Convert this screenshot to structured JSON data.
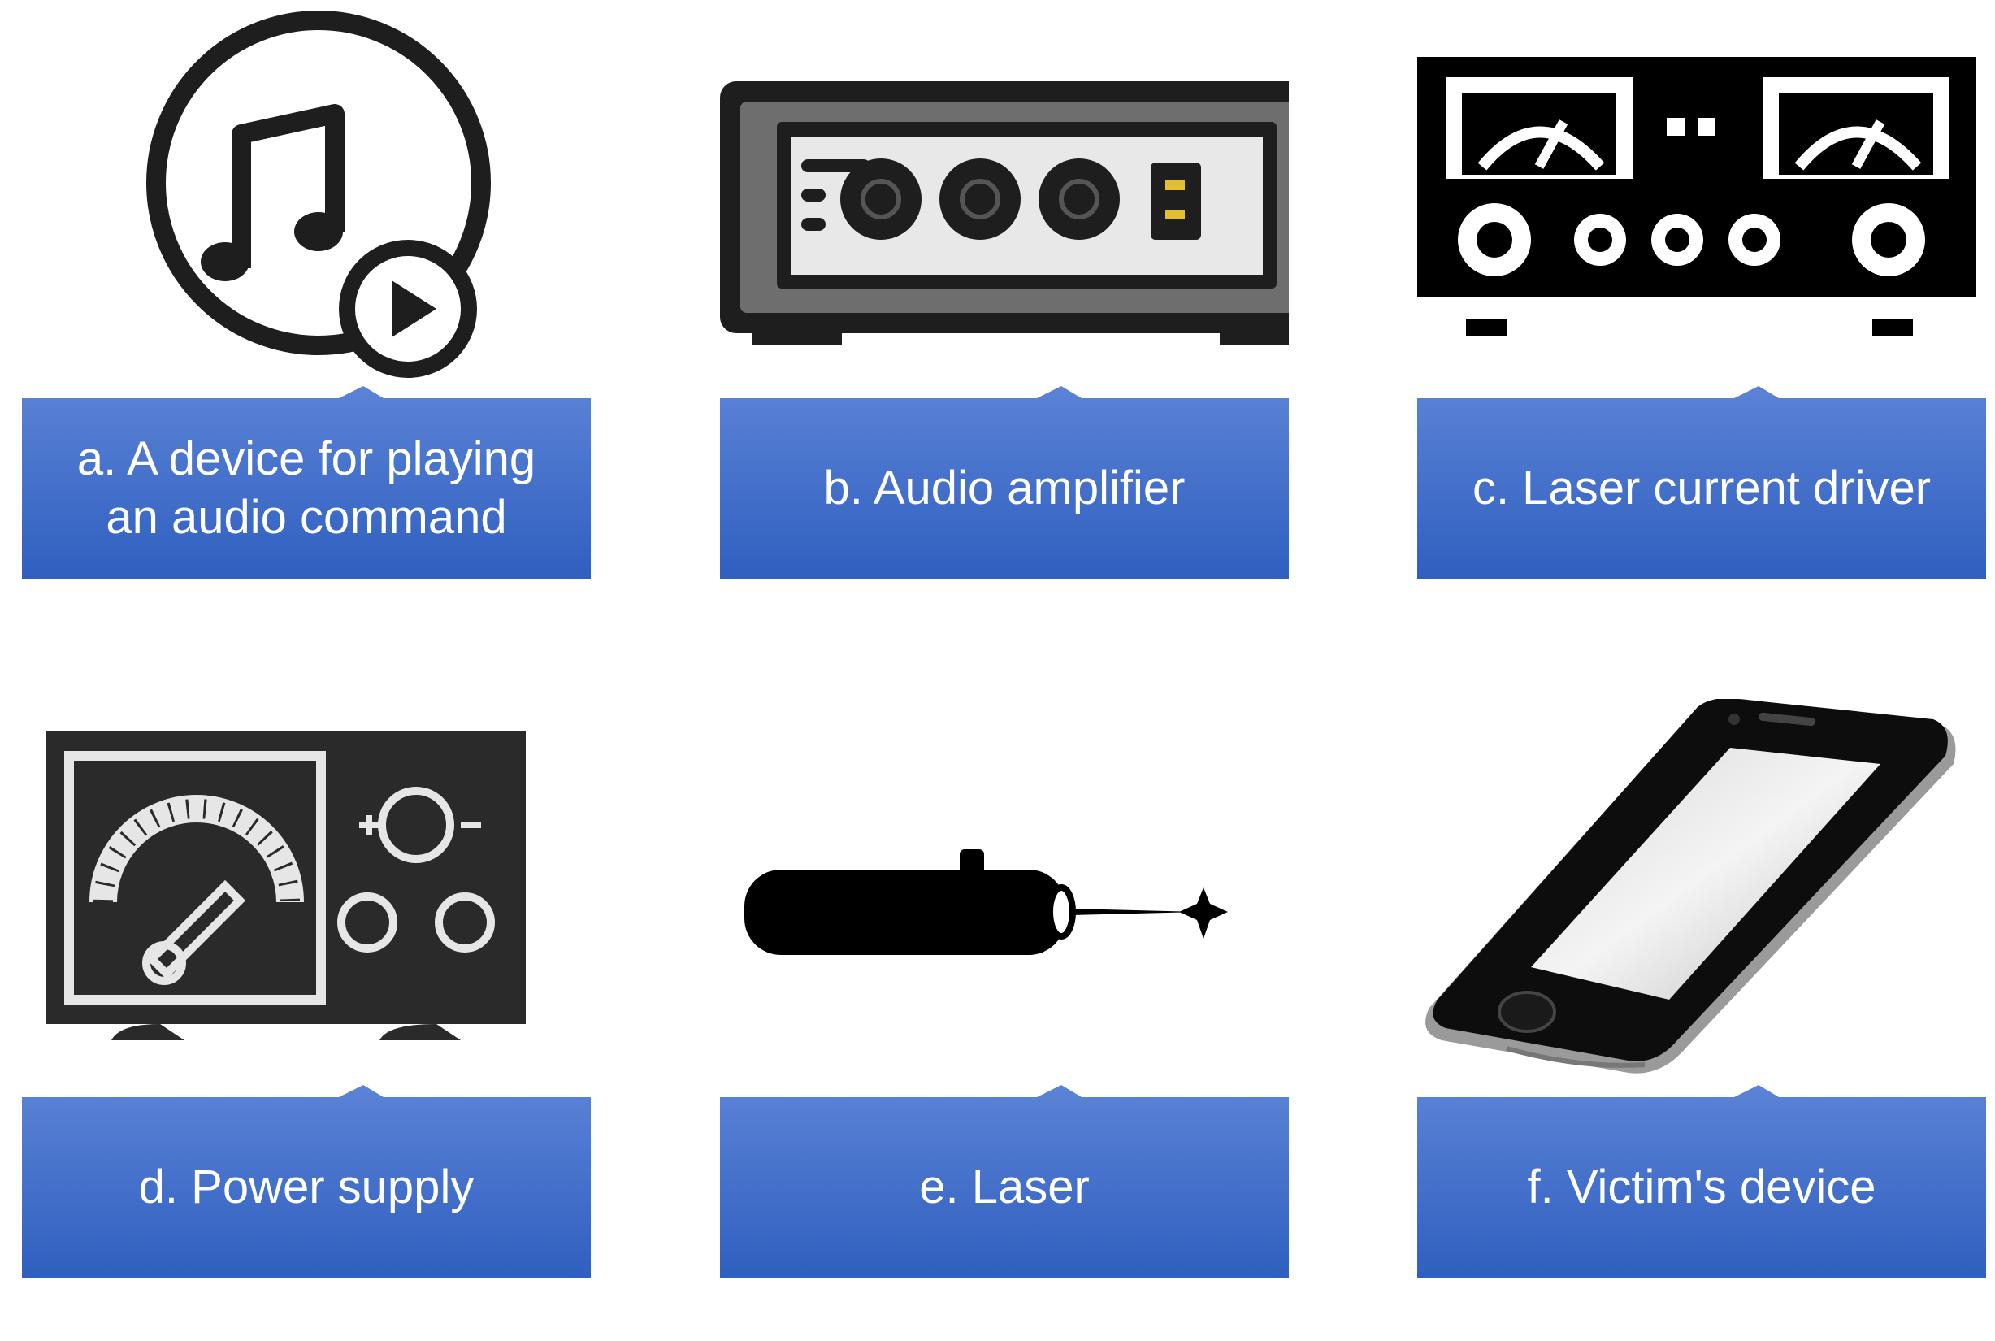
{
  "colors": {
    "label_top": "#5b83d6",
    "label_bottom": "#2f5fbf",
    "icon_dark": "#1e1e1e"
  },
  "items": [
    {
      "label": "a. A device for playing\nan audio command",
      "icon": "music-play-icon"
    },
    {
      "label": "b. Audio amplifier",
      "icon": "amplifier-icon"
    },
    {
      "label": "c. Laser current driver",
      "icon": "laser-driver-icon"
    },
    {
      "label": "d. Power supply",
      "icon": "power-supply-icon"
    },
    {
      "label": "e. Laser",
      "icon": "laser-pointer-icon"
    },
    {
      "label": "f. Victim's device",
      "icon": "smartphone-icon"
    }
  ]
}
